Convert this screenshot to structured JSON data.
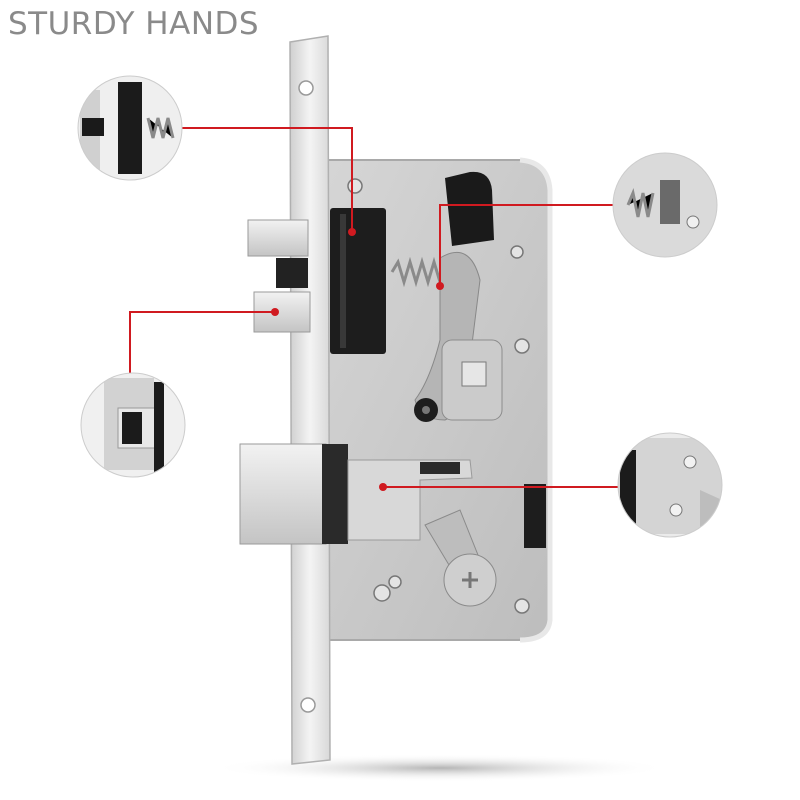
{
  "brand": {
    "name": "STURDY HANDS"
  },
  "colors": {
    "callout": "#d01a20",
    "body": "#c9c9c9",
    "faceplate": "#e6e6e6",
    "black_part": "#1b1b1b"
  },
  "callouts": [
    {
      "id": "latch-spring",
      "target": "square-latch-bolt-spring"
    },
    {
      "id": "top-latch-spring",
      "target": "handle-latch-spring"
    },
    {
      "id": "square-latch",
      "target": "square-latch-bolt"
    },
    {
      "id": "deadbolt-lever",
      "target": "deadbolt-lever"
    }
  ]
}
